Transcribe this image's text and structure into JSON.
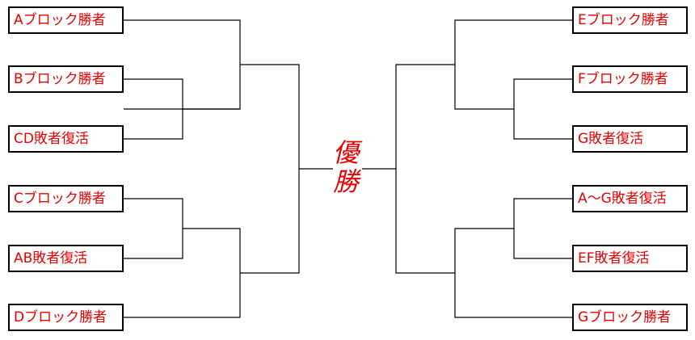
{
  "left_entries": [
    "Aブロック勝者",
    "Bブロック勝者",
    "CD敗者復活",
    "Cブロック勝者",
    "AB敗者復活",
    "Dブロック勝者"
  ],
  "right_entries": [
    "Eブロック勝者",
    "Fブロック勝者",
    "G敗者復活",
    "A〜G敗者復活",
    "EF敗者復活",
    "Gブロック勝者"
  ],
  "champion": [
    "優",
    "勝"
  ],
  "colors": {
    "text": "#e60000",
    "lines": "#000000"
  }
}
